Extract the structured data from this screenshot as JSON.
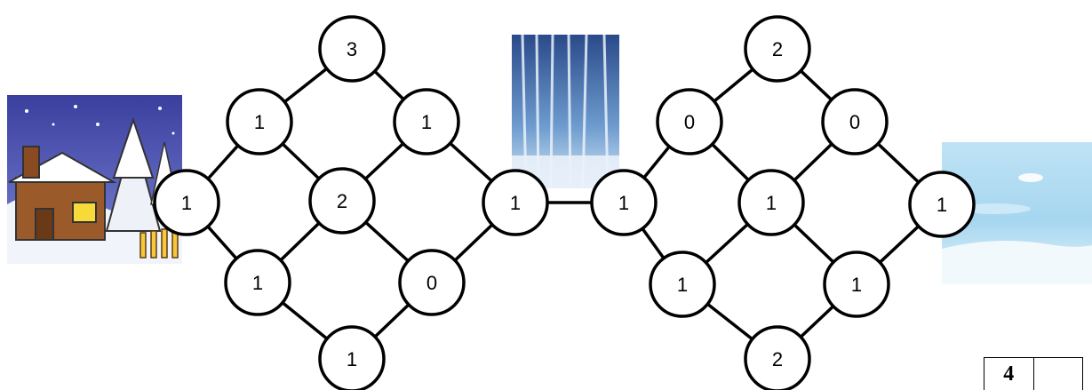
{
  "images": [
    {
      "name": "winter-cabin-image",
      "description": "snowy log cabin at night"
    },
    {
      "name": "snowy-forest-image",
      "description": "frozen birch forest"
    },
    {
      "name": "ice-field-image",
      "description": "frozen lake under sky"
    }
  ],
  "left_diamond": {
    "top": "3",
    "upper_left": "1",
    "upper_right": "1",
    "left": "1",
    "center": "2",
    "right": "1",
    "lower_left": "1",
    "lower_right": "0",
    "bottom": "1"
  },
  "right_diamond": {
    "top": "2",
    "upper_left": "0",
    "upper_right": "0",
    "left": "1",
    "center": "1",
    "right": "1",
    "lower_left": "1",
    "lower_right": "1",
    "bottom": "2"
  },
  "score_box": {
    "value": "4",
    "blank": ""
  },
  "colors": {
    "node_fill": "#ffffff",
    "node_stroke": "#000000",
    "edge": "#000000"
  }
}
